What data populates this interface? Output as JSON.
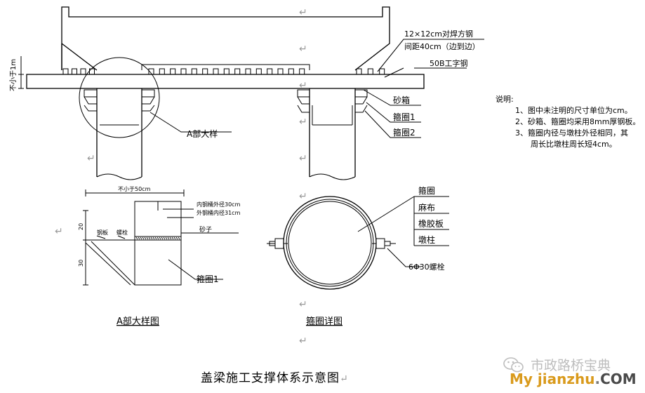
{
  "top_view": {
    "label_steel_square": "12×12cm对焊方钢",
    "label_spacing": "间距40cm（边到边）",
    "label_i_beam": "50B工字钢",
    "label_sandbox": "砂箱",
    "label_hoop1": "箍圈1",
    "label_hoop2": "箍圈2",
    "label_detail_a": "A部大样",
    "label_min_height": "不小于1m"
  },
  "notes": {
    "title": "说明:",
    "items": [
      "1、图中未注明的尺寸单位为cm。",
      "2、砂箱、箍圈均采用8mm厚钢板。",
      "3、箍圈内径与墩柱外径相同，其",
      "周长比墩柱周长短4cm。"
    ]
  },
  "detail_a": {
    "dim_min50": "不小于50cm",
    "inner_cyl": "内钢桶外径30cm",
    "outer_cyl": "外钢桶内径31cm",
    "sand": "砂子",
    "steel_plate": "钢板",
    "bolt": "螺栓",
    "dim_20": "20",
    "dim_30": "30",
    "hoop": "箍圈1",
    "title": "A部大样图"
  },
  "hoop_detail": {
    "hoop": "箍圈",
    "hemp": "麻布",
    "rubber": "橡胶板",
    "column": "墩柱",
    "bolt": "6Φ30螺栓",
    "title": "箍圈详图"
  },
  "caption": "盖梁施工支撑体系示意图",
  "watermark": {
    "name": "市政路桥宝典",
    "url_main": "My jianzhu",
    "url_dot": ".",
    "url_tld": "COM",
    "logo": "wechat-logo-icon"
  },
  "colors": {
    "line": "#000000",
    "return_mark": "#9a9a9a",
    "watermark_gray": "#bdbdbd",
    "watermark_orange": "#d99a1c"
  },
  "return_mark": "↵"
}
